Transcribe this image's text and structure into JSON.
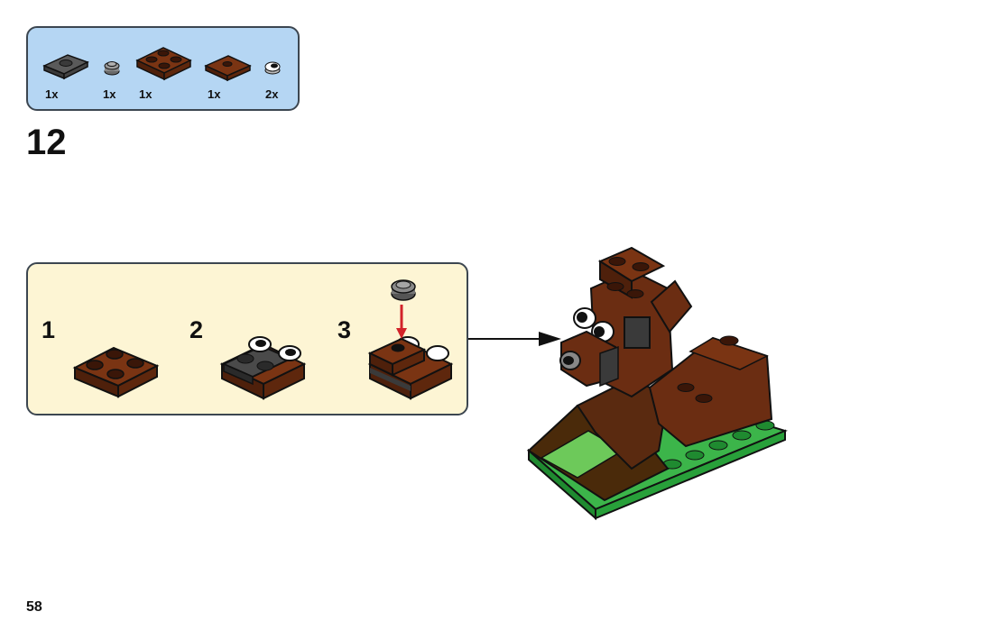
{
  "parts_list": {
    "items": [
      {
        "part": "dark-gray-1x2-jumper-plate",
        "quantity": "1x"
      },
      {
        "part": "dark-gray-1x1-round-plate",
        "quantity": "1x"
      },
      {
        "part": "brown-2x2-plate",
        "quantity": "1x"
      },
      {
        "part": "brown-2x2-jumper-plate",
        "quantity": "1x"
      },
      {
        "part": "white-eye-round-tile",
        "quantity": "2x"
      }
    ]
  },
  "step": {
    "number": "12"
  },
  "sub_assembly": {
    "steps": [
      {
        "number": "1"
      },
      {
        "number": "2"
      },
      {
        "number": "3"
      }
    ]
  },
  "colors": {
    "parts_bg": "#b5d6f3",
    "sub_bg": "#fdf5d4",
    "brown": "#6b2d12",
    "dark_gray": "#4a4a4a",
    "green": "#34b24a",
    "arrow_red": "#d2232a"
  },
  "page": {
    "number": "58"
  }
}
